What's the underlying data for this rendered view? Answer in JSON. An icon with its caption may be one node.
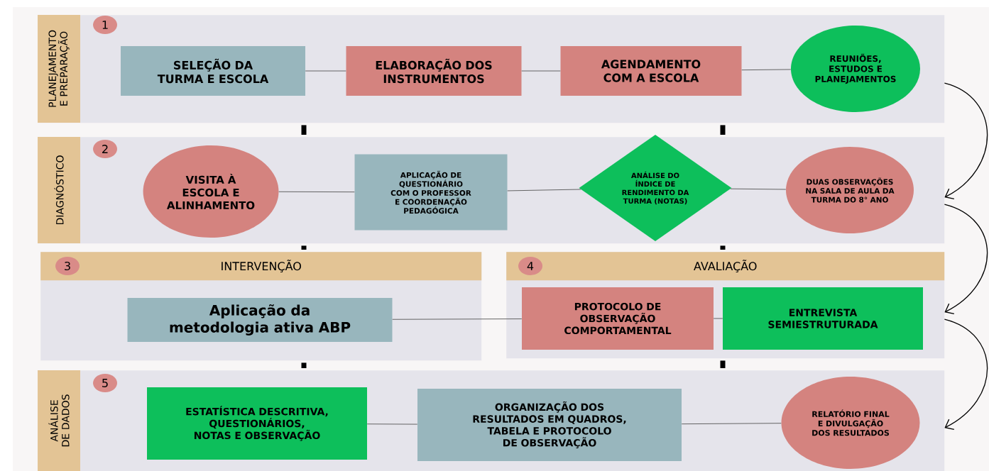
{
  "diagram": {
    "nodes": [
      {
        "text": [
          "1",
          "PLANEJAMENTO E PREPARAÇÃO"
        ]
      },
      {
        "text": [
          "SELEÇÃO DA TURMA E ESCOLA"
        ],
        "in": 0
      },
      {
        "text": [
          "ELABORAÇÃO DOS INSTRUMENTOS"
        ],
        "in": 0
      },
      {
        "text": [
          "AGENDAMENTO COM A ESCOLA"
        ],
        "in": 0
      },
      {
        "text": [
          "REUNIÕES, ESTUDOS E PLANEJAMENTOS"
        ],
        "in": 0
      },
      {
        "text": [
          "2",
          "DIAGNÓSTICO"
        ]
      },
      {
        "text": [
          "VISITA À ESCOLA E ALINHAMENTO"
        ],
        "in": 5
      },
      {
        "text": [
          "APLICAÇÃO DE QUESTIONÁRIO COM O PROFESSOR E COORDENAÇÃO PEDAGÓGICA"
        ],
        "in": 5
      },
      {
        "text": [
          "ANÁLISE DO ÍNDICE DE RENDIMENTO DA TURMA (NOTAS)"
        ],
        "in": 5
      },
      {
        "text": [
          "DUAS OBSERVAÇÕES NA SALA DE AULA DA TURMA DO 8° ANO"
        ],
        "in": 5
      },
      {
        "text": [
          "3",
          "INTERVENÇÃO"
        ]
      },
      {
        "text": [
          "Aplicação da metodologia ativa ABP"
        ],
        "in": 10
      },
      {
        "text": [
          "4",
          "AVALIAÇÃO"
        ]
      },
      {
        "text": [
          "PROTOCOLO DE OBSERVAÇÃO COMPORTAMENTAL"
        ],
        "in": 12
      },
      {
        "text": [
          "ENTREVISTA SEMIESTRUTURADA"
        ],
        "in": 12
      },
      {
        "text": [
          "5",
          "ANÁLISE DE DADOS"
        ]
      },
      {
        "text": [
          "ESTATÍSTICA DESCRITIVA, QUESTIONÁRIOS, NOTAS E OBSERVAÇÃO"
        ],
        "in": 15
      },
      {
        "text": [
          "ORGANIZAÇÃO DOS RESULTADOS EM QUADROS, TABELA E PROTOCOLO DE OBSERVAÇÃO"
        ],
        "in": 15
      },
      {
        "text": [
          "RELATÓRIO FINAL E DIVULGAÇÃO DOS RESULTADOS"
        ],
        "in": 15
      }
    ],
    "edges": [
      {
        "from": 1,
        "to": 2,
        "arrow": "none"
      },
      {
        "from": 2,
        "to": 3,
        "arrow": "none"
      },
      {
        "from": 3,
        "to": 4,
        "arrow": "none"
      },
      {
        "from": 6,
        "to": 7,
        "arrow": "none"
      },
      {
        "from": 7,
        "to": 8,
        "arrow": "none"
      },
      {
        "from": 8,
        "to": 9,
        "arrow": "none"
      },
      {
        "from": 11,
        "to": 13,
        "arrow": "none"
      },
      {
        "from": 13,
        "to": 14,
        "arrow": "none"
      },
      {
        "from": 16,
        "to": 17,
        "arrow": "none"
      },
      {
        "from": 17,
        "to": 18,
        "arrow": "none"
      },
      {
        "from": 0,
        "to": 5,
        "arrow": "none",
        "style": "thick"
      },
      {
        "from": 0,
        "to": 5,
        "arrow": "none",
        "style": "thick"
      },
      {
        "from": 5,
        "to": 10,
        "arrow": "none",
        "style": "thick"
      },
      {
        "from": 5,
        "to": 12,
        "arrow": "none",
        "style": "thick"
      },
      {
        "from": 10,
        "to": 15,
        "arrow": "none",
        "style": "thick"
      },
      {
        "from": 12,
        "to": 15,
        "arrow": "none",
        "style": "thick"
      },
      {
        "from": 0,
        "to": 5,
        "arrow": "to"
      },
      {
        "from": 5,
        "to": 12,
        "arrow": "to"
      },
      {
        "from": 12,
        "to": 15,
        "arrow": "to"
      }
    ]
  }
}
